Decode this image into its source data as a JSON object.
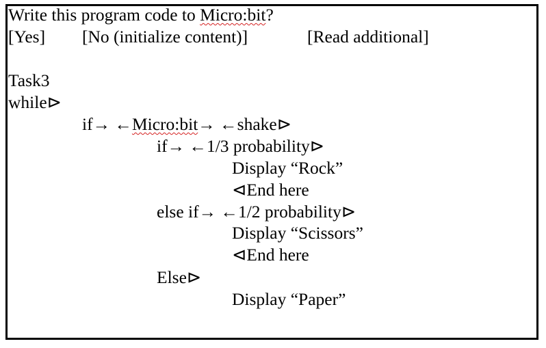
{
  "dialog": {
    "prompt_prefix": "Write this program code to ",
    "prompt_device": "Micro:bit",
    "prompt_suffix": "?",
    "options": [
      "[Yes]",
      "[No (initialize content)]",
      "[Read additional]"
    ]
  },
  "code": {
    "title": "Task3",
    "line_while": "while⊳",
    "line_if_prefix": "if→ ←",
    "line_if_device": "Micro:bit",
    "line_if_suffix": "→ ←shake⊳",
    "line_if_third": "if→ ←1/3 probability⊳",
    "line_display_rock": "Display “Rock”",
    "line_end_1": "⊲End here",
    "line_elseif_half": "else if→ ←1/2 probability⊳",
    "line_display_scissors": "Display “Scissors”",
    "line_end_2": "⊲End here",
    "line_else": "Else⊳",
    "line_display_paper": "Display “Paper”"
  },
  "colors": {
    "text": "#000000",
    "border": "#000000",
    "spellcheck_underline": "#d42020"
  }
}
